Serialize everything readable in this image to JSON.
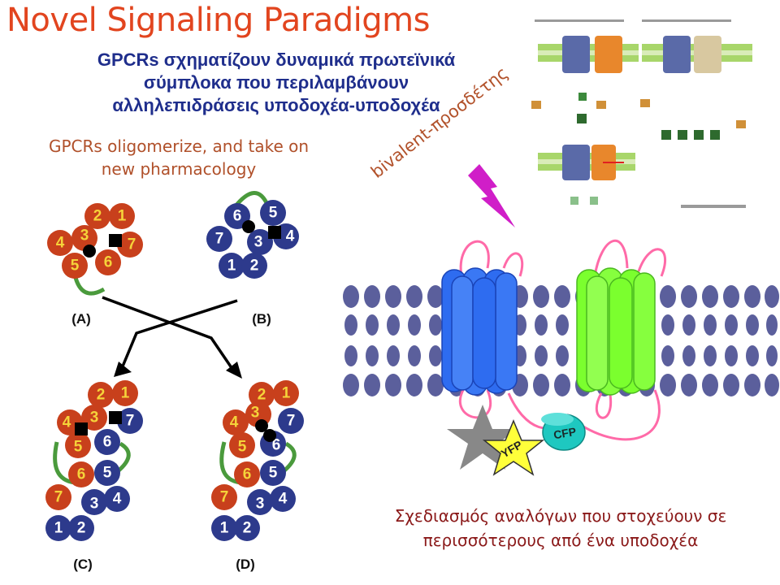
{
  "title": "Novel Signaling Paradigms",
  "greek_subtitle": [
    "GPCRs σχηματίζουν δυναμικά πρωτεϊνικά",
    "σύμπλοκα που περιλαμβάνουν",
    "αλληλεπιδράσεις υποδοχέα-υποδοχέα"
  ],
  "english_subtitle": [
    "GPCRs oligomerize, and take on",
    "new pharmacology"
  ],
  "panel_labels": {
    "a": "(A)",
    "b": "(B)",
    "c": "(C)",
    "d": "(D)"
  },
  "helix_numbers": {
    "h1": "1",
    "h2": "2",
    "h3": "3",
    "h4": "4",
    "h5": "5",
    "h6": "6",
    "h7": "7"
  },
  "bivalent_label": "bivalent-προσδέτης",
  "fret_labels": {
    "yfp": "YFP",
    "cfp": "CFP"
  },
  "bottom_caption": [
    "Σχεδιασμός αναλόγων που στοχεύουν σε",
    "περισσότερους από ένα υποδοχέα"
  ],
  "colors": {
    "title": "#e2451f",
    "greek_subtitle": "#1f2e8c",
    "english_subtitle": "#b0502a",
    "caption": "#8b1a1a",
    "red_helix": "#c8401c",
    "blue_helix": "#2d3a8c",
    "loop_green": "#4a9a3c",
    "membrane": "#5b5f9c",
    "receptor_blue": "#2e6cf0",
    "receptor_green": "#7bff2e",
    "loop_pink": "#ff6aa8",
    "bolt": "#d01ec8",
    "star_yellow": "#ffff3a",
    "cfp_teal": "#1ec8c0"
  }
}
